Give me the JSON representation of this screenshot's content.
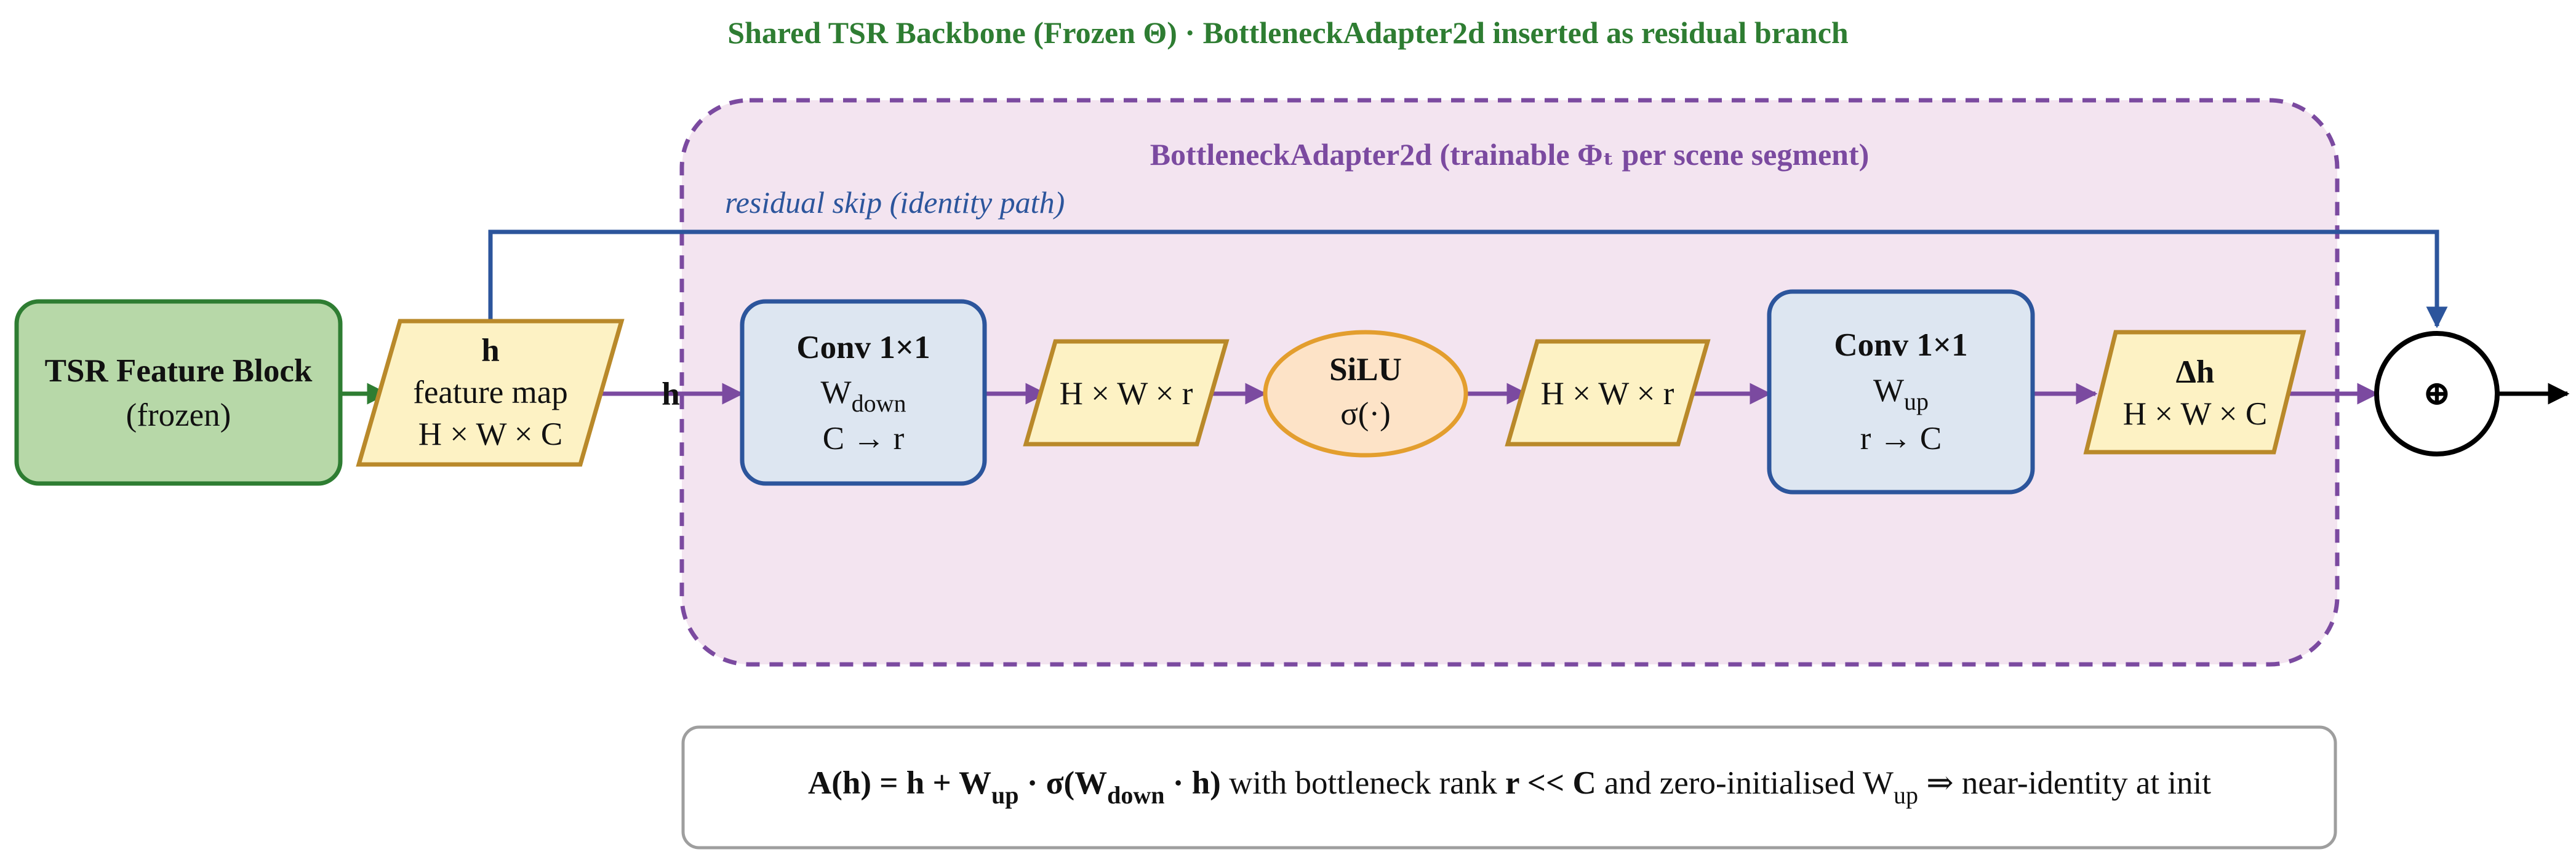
{
  "header": {
    "title": "Shared TSR Backbone (Frozen Θ) · BottleneckAdapter2d inserted as residual branch"
  },
  "adapter_region": {
    "title": "BottleneckAdapter2d (trainable Φₜ per scene segment)",
    "skip_label": "residual skip (identity path)"
  },
  "nodes": {
    "feature_block": {
      "title": "TSR Feature Block",
      "subtitle": "(frozen)"
    },
    "feature_map": {
      "title": "h",
      "line1": "feature map",
      "line2": "H × W × C"
    },
    "edge_h_label": "h",
    "conv_down": {
      "title": "Conv 1×1",
      "weight": "W",
      "weight_sub": "down",
      "dims": "C → r"
    },
    "tensor_r1": {
      "label": "H × W × r"
    },
    "silu": {
      "title": "SiLU",
      "subtitle": "σ(·)"
    },
    "tensor_r2": {
      "label": "H × W × r"
    },
    "conv_up": {
      "title": "Conv 1×1",
      "weight": "W",
      "weight_sub": "up",
      "dims": "r → C"
    },
    "delta_h": {
      "title": "Δh",
      "label": "H × W × C"
    },
    "sum": {
      "symbol": "⊕"
    }
  },
  "formula": {
    "p1": "A(h) = h + W",
    "p1_sub": "up",
    "p2": " · σ(W",
    "p2_sub": "down",
    "p3": " · h)",
    "p4": " with bottleneck rank ",
    "p5": "r << C",
    "p6": " and zero-initialised W",
    "p6_sub": "up",
    "p7": " ⇒ near-identity at init"
  },
  "colors": {
    "green_fill": "#b7d8a8",
    "green_stroke": "#2e7d32",
    "yellow_fill": "#fdf2c4",
    "yellow_stroke": "#b9892a",
    "blue_fill": "#dde6f1",
    "blue_stroke": "#2c559c",
    "orange_fill": "#fde3c7",
    "orange_stroke": "#e39e2e",
    "purple_fill": "#f3e4f0",
    "purple_stroke": "#7b4aa0"
  }
}
